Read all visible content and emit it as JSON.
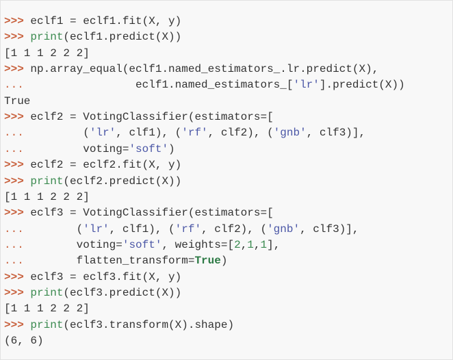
{
  "colors": {
    "prompt": "#c8603c",
    "builtin": "#3b8a50",
    "string": "#4b57a6",
    "number": "#3b8a50",
    "background": "#f8f8f8"
  },
  "lines": [
    [
      [
        "prompt",
        ">>> "
      ],
      [
        "code",
        "eclf1 = eclf1.fit(X, y)"
      ]
    ],
    [
      [
        "prompt",
        ">>> "
      ],
      [
        "kw",
        "print"
      ],
      [
        "code",
        "(eclf1.predict(X))"
      ]
    ],
    [
      [
        "code",
        "[1 1 1 2 2 2]"
      ]
    ],
    [
      [
        "prompt",
        ">>> "
      ],
      [
        "code",
        "np.array_equal(eclf1.named_estimators_.lr.predict(X),"
      ]
    ],
    [
      [
        "cont",
        "...                 "
      ],
      [
        "code",
        "eclf1.named_estimators_["
      ],
      [
        "str",
        "'lr'"
      ],
      [
        "code",
        "].predict(X))"
      ]
    ],
    [
      [
        "code",
        "True"
      ]
    ],
    [
      [
        "prompt",
        ">>> "
      ],
      [
        "code",
        "eclf2 = VotingClassifier(estimators=["
      ]
    ],
    [
      [
        "cont",
        "...         "
      ],
      [
        "code",
        "("
      ],
      [
        "str",
        "'lr'"
      ],
      [
        "code",
        ", clf1), ("
      ],
      [
        "str",
        "'rf'"
      ],
      [
        "code",
        ", clf2), ("
      ],
      [
        "str",
        "'gnb'"
      ],
      [
        "code",
        ", clf3)],"
      ]
    ],
    [
      [
        "cont",
        "...         "
      ],
      [
        "code",
        "voting="
      ],
      [
        "str",
        "'soft'"
      ],
      [
        "code",
        ")"
      ]
    ],
    [
      [
        "prompt",
        ">>> "
      ],
      [
        "code",
        "eclf2 = eclf2.fit(X, y)"
      ]
    ],
    [
      [
        "prompt",
        ">>> "
      ],
      [
        "kw",
        "print"
      ],
      [
        "code",
        "(eclf2.predict(X))"
      ]
    ],
    [
      [
        "code",
        "[1 1 1 2 2 2]"
      ]
    ],
    [
      [
        "prompt",
        ">>> "
      ],
      [
        "code",
        "eclf3 = VotingClassifier(estimators=["
      ]
    ],
    [
      [
        "cont",
        "...        "
      ],
      [
        "code",
        "("
      ],
      [
        "str",
        "'lr'"
      ],
      [
        "code",
        ", clf1), ("
      ],
      [
        "str",
        "'rf'"
      ],
      [
        "code",
        ", clf2), ("
      ],
      [
        "str",
        "'gnb'"
      ],
      [
        "code",
        ", clf3)],"
      ]
    ],
    [
      [
        "cont",
        "...        "
      ],
      [
        "code",
        "voting="
      ],
      [
        "str",
        "'soft'"
      ],
      [
        "code",
        ", weights=["
      ],
      [
        "num",
        "2"
      ],
      [
        "code",
        ","
      ],
      [
        "num",
        "1"
      ],
      [
        "code",
        ","
      ],
      [
        "num",
        "1"
      ],
      [
        "code",
        "],"
      ]
    ],
    [
      [
        "cont",
        "...        "
      ],
      [
        "code",
        "flatten_transform="
      ],
      [
        "bkw",
        "True"
      ],
      [
        "code",
        ")"
      ]
    ],
    [
      [
        "prompt",
        ">>> "
      ],
      [
        "code",
        "eclf3 = eclf3.fit(X, y)"
      ]
    ],
    [
      [
        "prompt",
        ">>> "
      ],
      [
        "kw",
        "print"
      ],
      [
        "code",
        "(eclf3.predict(X))"
      ]
    ],
    [
      [
        "code",
        "[1 1 1 2 2 2]"
      ]
    ],
    [
      [
        "prompt",
        ">>> "
      ],
      [
        "kw",
        "print"
      ],
      [
        "code",
        "(eclf3.transform(X).shape)"
      ]
    ],
    [
      [
        "code",
        "(6, 6)"
      ]
    ]
  ]
}
